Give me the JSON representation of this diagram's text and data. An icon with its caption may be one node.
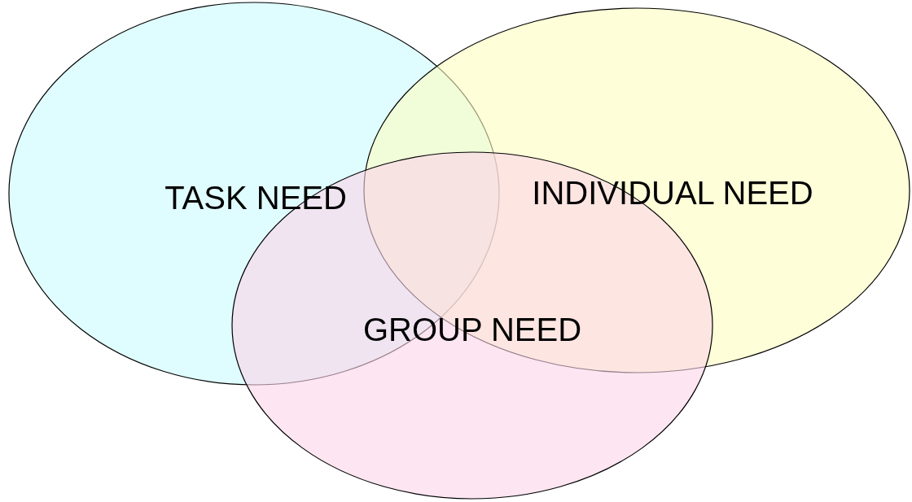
{
  "diagram": {
    "nodes": [
      {
        "text": [
          "TASK NEED"
        ]
      },
      {
        "text": [
          "INDIVIDUAL NEED"
        ]
      },
      {
        "text": [
          "GROUP NEED"
        ]
      }
    ]
  }
}
